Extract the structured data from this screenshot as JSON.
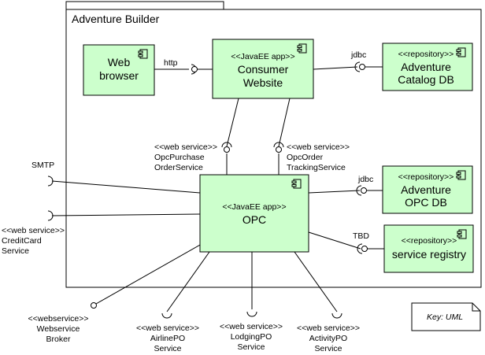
{
  "frame": {
    "title": "Adventure Builder"
  },
  "components": {
    "web_browser": {
      "name_line1": "Web",
      "name_line2": "browser"
    },
    "consumer_website": {
      "stereotype": "<<JavaEE app>>",
      "name_line1": "Consumer",
      "name_line2": "Website"
    },
    "catalog_db": {
      "stereotype": "<<repository>>",
      "name_line1": "Adventure",
      "name_line2": "Catalog DB"
    },
    "opc": {
      "stereotype": "<<JavaEE app>>",
      "name_line1": "OPC"
    },
    "opc_db": {
      "stereotype": "<<repository>>",
      "name_line1": "Adventure",
      "name_line2": "OPC DB"
    },
    "service_registry": {
      "stereotype": "<<repository>>",
      "name_line1": "service registry"
    }
  },
  "connectors": {
    "http": "http",
    "jdbc_catalog": "jdbc",
    "jdbc_opc": "jdbc",
    "tbd": "TBD",
    "smtp": "SMTP"
  },
  "interfaces": {
    "purchase": {
      "stereotype": "<<web service>>",
      "line1": "OpcPurchase",
      "line2": "OrderService"
    },
    "tracking": {
      "stereotype": "<<web service>>",
      "line1": "OpcOrder",
      "line2": "TrackingService"
    },
    "creditcard": {
      "stereotype": "<<web service>>",
      "line1": "CreditCard",
      "line2": "Service"
    },
    "broker": {
      "stereotype": "<<webservice>>",
      "line1": "Webservice",
      "line2": "Broker"
    },
    "airline": {
      "stereotype": "<<web service>>",
      "line1": "AirlinePO",
      "line2": "Service"
    },
    "lodging": {
      "stereotype": "<<web service>>",
      "line1": "LodgingPO",
      "line2": "Service"
    },
    "activity": {
      "stereotype": "<<web service>>",
      "line1": "ActivityPO",
      "line2": "Service"
    }
  },
  "note": {
    "text": "Key: UML"
  }
}
